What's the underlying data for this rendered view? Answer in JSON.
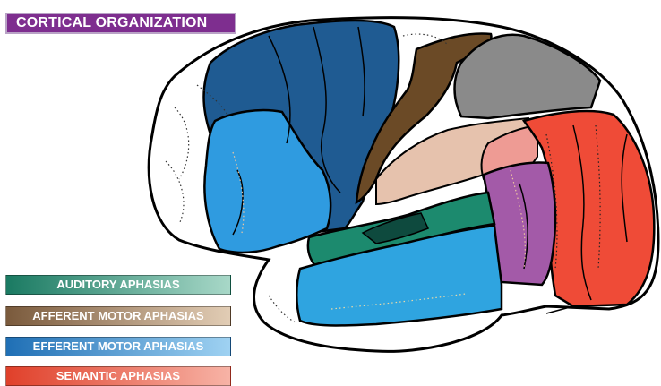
{
  "title": "CORTICAL ORGANIZATION",
  "legend": [
    {
      "label": "AUDITORY APHASIAS",
      "from": "#1a7a62",
      "to": "#a8d8c8"
    },
    {
      "label": "AFFERENT MOTOR APHASIAS",
      "from": "#7a5a3c",
      "to": "#e2cdb5"
    },
    {
      "label": "EFFERENT MOTOR APHASIAS",
      "from": "#1f6fb5",
      "to": "#9fd2f2"
    },
    {
      "label": "SEMANTIC APHASIAS",
      "from": "#e0402a",
      "to": "#f7b3a6"
    }
  ],
  "colors": {
    "title_bg": "#7e2e8f",
    "prefrontal": "#ffffff",
    "premotor_dark_blue": "#1f5b92",
    "frontal_light_blue": "#2f9be0",
    "motor_brown": "#6b4a26",
    "somatosensory_gray": "#8a8a8a",
    "peach": "#e6c2ad",
    "pink": "#ee9b94",
    "temporal_green": "#1c8a6e",
    "temporal_light_blue": "#2fa4e0",
    "purple": "#a35aa8",
    "occipital_red": "#ef4b37"
  }
}
